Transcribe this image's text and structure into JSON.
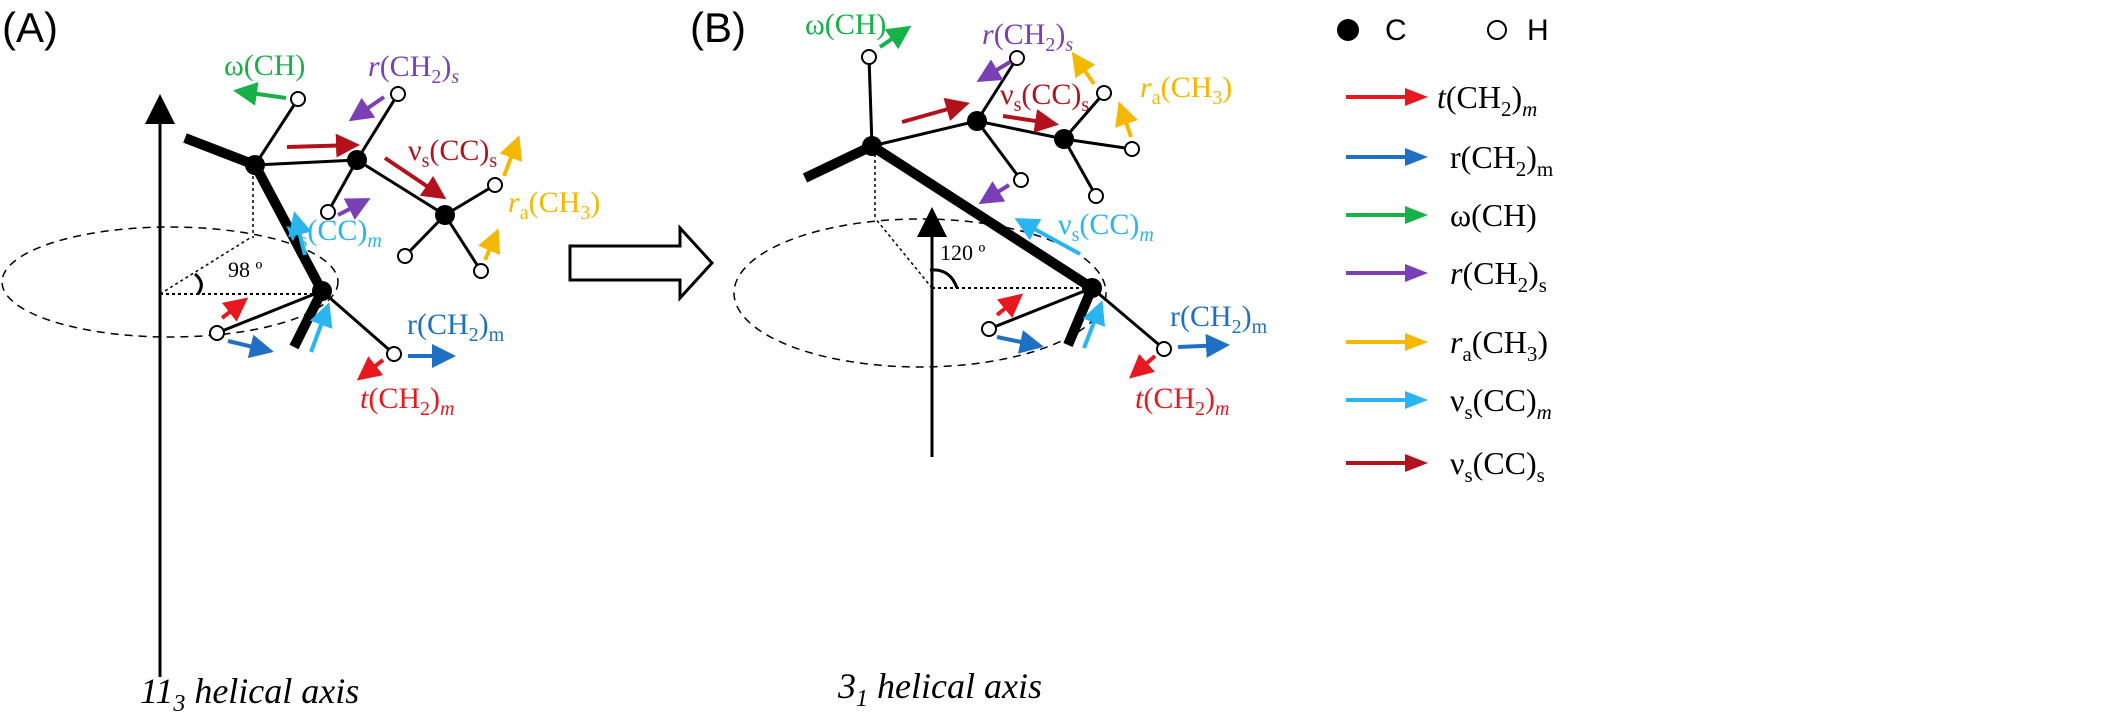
{
  "panels": {
    "a_label": "(A)",
    "b_label": "(B)"
  },
  "axis_captions": {
    "a_num": "11",
    "a_sub": "3",
    "a_rest": " helical axis",
    "b_num": "3",
    "b_sub": "1",
    "b_rest": " helical axis"
  },
  "angles": {
    "a": "98 º",
    "b": "120 º"
  },
  "legend": {
    "c_label": "C",
    "h_label": "H",
    "items": [
      {
        "color": "#e8191e",
        "pre": "",
        "it": "t",
        "body": "(CH",
        "sub1": "2",
        "close": ")",
        "sub2": "m",
        "sub2_italic": true
      },
      {
        "color": "#1f6fc4",
        "pre": "r",
        "it": "",
        "body": "(CH",
        "sub1": "2",
        "close": ")",
        "sub2": "m",
        "sub2_italic": false
      },
      {
        "color": "#17b14a",
        "pre": "ω(CH)",
        "it": "",
        "body": "",
        "sub1": "",
        "close": "",
        "sub2": "",
        "sub2_italic": false
      },
      {
        "color": "#7b3fb5",
        "pre": "",
        "it": "r",
        "body": "(CH",
        "sub1": "2",
        "close": ")",
        "sub2": "s",
        "sub2_italic": false
      },
      {
        "color": "#f5b800",
        "pre": "",
        "it": "r",
        "body": "",
        "sub1": "a",
        "close": "(CH",
        "sub2": "3",
        "tail": ")",
        "sub2_italic": false
      },
      {
        "color": "#29b6f0",
        "pre": "ν",
        "it": "",
        "body": "",
        "sub1": "s",
        "close": "(CC)",
        "sub2": "m",
        "sub2_italic": true
      },
      {
        "color": "#b3121c",
        "pre": "ν",
        "it": "",
        "body": "",
        "sub1": "s",
        "close": "(CC)",
        "sub2": "s",
        "sub2_italic": false
      }
    ]
  },
  "labels_a": {
    "omega": "ω(CH)",
    "r_s_it": "r",
    "r_s_body": "(CH",
    "r_s_sub1": "2",
    "r_s_close": ")",
    "r_s_sub2": "s",
    "nu_ss_pre": "ν",
    "nu_ss_sub1": "s",
    "nu_ss_close": "(CC)",
    "nu_ss_sub2": "s",
    "ra_it": "r",
    "ra_sub": "a",
    "ra_body": "(CH",
    "ra_sub2": "3",
    "ra_close": ")",
    "nu_m_pre": "ν",
    "nu_m_sub1": "s",
    "nu_m_close": "(CC)",
    "nu_m_sub2": "m",
    "r_m_pre": "r(CH",
    "r_m_sub1": "2",
    "r_m_close": ")",
    "r_m_sub2": "m",
    "t_m_it": "t",
    "t_m_body": "(CH",
    "t_m_sub1": "2",
    "t_m_close": ")",
    "t_m_sub2": "m"
  },
  "labels_b": {
    "omega": "ω(CH)",
    "r_s_it": "r",
    "r_s_body": "(CH",
    "r_s_sub1": "2",
    "r_s_close": ")",
    "r_s_sub2": "s",
    "nu_ss_pre": "ν",
    "nu_ss_sub1": "s",
    "nu_ss_close": "(CC)",
    "nu_ss_sub2": "s",
    "ra_it": "r",
    "ra_sub": "a",
    "ra_body": "(CH",
    "ra_sub2": "3",
    "ra_close": ")",
    "nu_m_pre": "ν",
    "nu_m_sub1": "s",
    "nu_m_close": "(CC)",
    "nu_m_sub2": "m",
    "r_m_pre": "r(CH",
    "r_m_sub1": "2",
    "r_m_close": ")",
    "r_m_sub2": "m",
    "t_m_it": "t",
    "t_m_body": "(CH",
    "t_m_sub1": "2",
    "t_m_close": ")",
    "t_m_sub2": "m"
  },
  "colors": {
    "t_m": "#e8191e",
    "r_m": "#1f6fc4",
    "omega": "#17b14a",
    "r_s": "#7b3fb5",
    "r_a": "#f5b800",
    "nu_m": "#29b6f0",
    "nu_s": "#b3121c",
    "black": "#000000"
  }
}
